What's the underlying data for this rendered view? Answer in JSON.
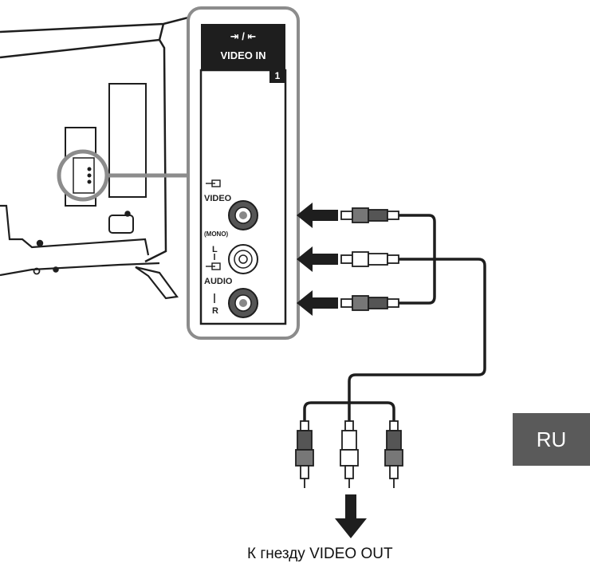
{
  "panel": {
    "header_icons": "⇥ / ⇤",
    "header_title": "VIDEO IN",
    "port_number": "1",
    "video_label": "VIDEO",
    "mono_label": "(MONO)",
    "l_label": "L",
    "audio_label": "AUDIO",
    "r_label": "R"
  },
  "caption": "К гнезду VIDEO OUT",
  "language_badge": "RU",
  "colors": {
    "line": "#1e1e1e",
    "panel_border": "#8c8c8c",
    "badge": "#5a5a5a",
    "jack_dark": "#555555",
    "jack_light": "#ffffff"
  }
}
